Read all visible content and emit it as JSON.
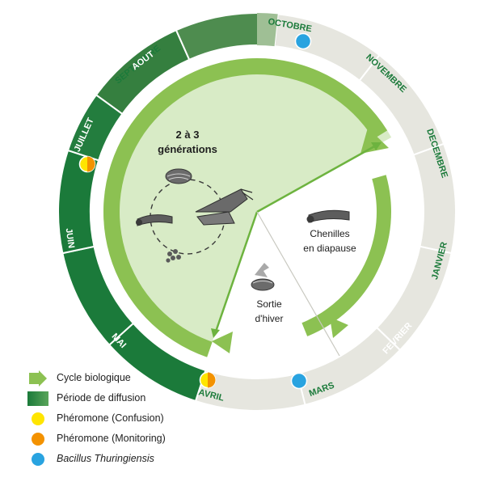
{
  "colors": {
    "dark_green": "#1b7a3a",
    "mid_green": "#4a9a4e",
    "light_green": "#8cc152",
    "pale_green": "#d8ebc6",
    "light_grey": "#e4e4dc",
    "yellow": "#ffe500",
    "orange": "#f39200",
    "blue": "#29a3e0"
  },
  "months": [
    {
      "name": "SEPTEMBRE",
      "color": "#1b7a3a"
    },
    {
      "name": "OCTOBRE",
      "color": "#1b7a3a"
    },
    {
      "name": "NOVEMBRE",
      "color": "#1b7a3a"
    },
    {
      "name": "DECEMBRE",
      "color": "#1b7a3a"
    },
    {
      "name": "JANVIER",
      "color": "#1b7a3a"
    },
    {
      "name": "FEVRIER",
      "color": "#ffffff"
    },
    {
      "name": "MARS",
      "color": "#1b7a3a"
    },
    {
      "name": "AVRIL",
      "color": "#1b7a3a"
    },
    {
      "name": "MAI",
      "color": "#ffffff"
    },
    {
      "name": "JUIN",
      "color": "#ffffff"
    },
    {
      "name": "JUILLET",
      "color": "#ffffff"
    },
    {
      "name": "AOUT",
      "color": "#ffffff"
    }
  ],
  "diagram": {
    "generations": [
      "2 à 3",
      "générations"
    ],
    "diapause": [
      "Chenilles",
      "en diapause"
    ],
    "sortie": [
      "Sortie",
      "d'hiver"
    ]
  },
  "legend": [
    {
      "label": "Cycle biologique",
      "icon": "arrow-icon",
      "italic": false
    },
    {
      "label": "Période de diffusion",
      "icon": "gradient-bar-icon",
      "italic": false
    },
    {
      "label": "Phéromone (Confusion)",
      "icon": "yellow-dot-icon",
      "italic": false
    },
    {
      "label": "Phéromone (Monitoring)",
      "icon": "orange-dot-icon",
      "italic": false
    },
    {
      "label": "Bacillus Thuringiensis",
      "icon": "blue-dot-icon",
      "italic": true
    }
  ]
}
